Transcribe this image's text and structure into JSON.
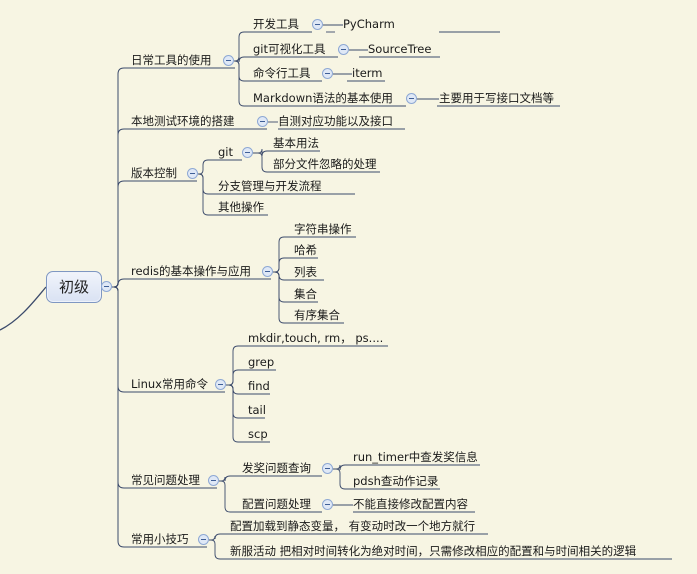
{
  "root": {
    "label": "初级"
  },
  "branches": [
    {
      "label": "日常工具的使用",
      "children": [
        {
          "label": "开发工具",
          "children": [
            {
              "label": "PyCharm"
            }
          ]
        },
        {
          "label": "git可视化工具",
          "children": [
            {
              "label": "SourceTree"
            }
          ]
        },
        {
          "label": "命令行工具",
          "children": [
            {
              "label": "iterm"
            }
          ]
        },
        {
          "label": "Markdown语法的基本使用",
          "children": [
            {
              "label": "主要用于写接口文档等"
            }
          ]
        }
      ]
    },
    {
      "label": "本地测试环境的搭建",
      "children": [
        {
          "label": "自测对应功能以及接口"
        }
      ]
    },
    {
      "label": "版本控制",
      "children": [
        {
          "label": "git",
          "children": [
            {
              "label": "基本用法"
            },
            {
              "label": "部分文件忽略的处理"
            }
          ]
        },
        {
          "label": "分支管理与开发流程"
        },
        {
          "label": "其他操作"
        }
      ]
    },
    {
      "label": "redis的基本操作与应用",
      "children": [
        {
          "label": "字符串操作"
        },
        {
          "label": "哈希"
        },
        {
          "label": "列表"
        },
        {
          "label": "集合"
        },
        {
          "label": "有序集合"
        }
      ]
    },
    {
      "label": "Linux常用命令",
      "children": [
        {
          "label": "mkdir,touch, rm， ps...."
        },
        {
          "label": "grep"
        },
        {
          "label": "find"
        },
        {
          "label": "tail"
        },
        {
          "label": "scp"
        }
      ]
    },
    {
      "label": "常见问题处理",
      "children": [
        {
          "label": "发奖问题查询",
          "children": [
            {
              "label": "run_timer中查发奖信息"
            },
            {
              "label": "pdsh查动作记录"
            }
          ]
        },
        {
          "label": "配置问题处理",
          "children": [
            {
              "label": "不能直接修改配置内容"
            }
          ]
        }
      ]
    },
    {
      "label": "常用小技巧",
      "children": [
        {
          "label": "配置加载到静态变量， 有变动时改一个地方就行"
        },
        {
          "label": "新服活动  把相对时间转化为绝对时间，只需修改相应的配置和与时间相关的逻辑"
        }
      ]
    }
  ]
}
